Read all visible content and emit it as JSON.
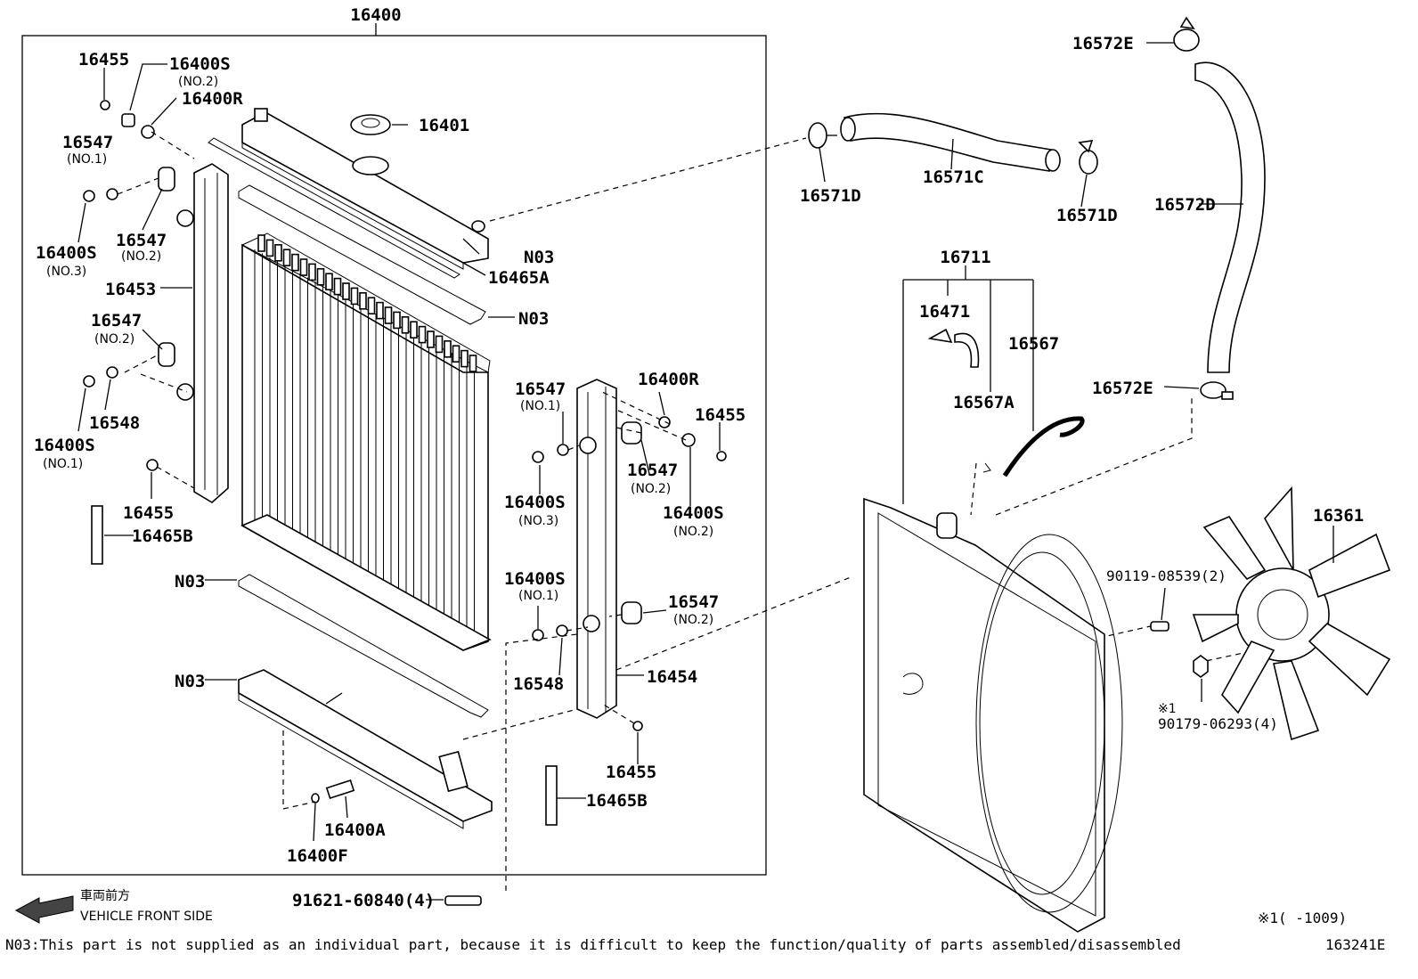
{
  "labels": {
    "l16400": "16400",
    "l16455a": "16455",
    "l16400s_top": "16400S",
    "l16400s_top_sub": "(NO.2)",
    "l16400r_top": "16400R",
    "l16547_a": "16547",
    "l16547_a_sub": "(NO.1)",
    "l16400s_mid": "16400S",
    "l16400s_mid_sub": "(NO.3)",
    "l16547_b": "16547",
    "l16547_b_sub": "(NO.2)",
    "l16453": "16453",
    "l16547_c": "16547",
    "l16547_c_sub": "(NO.2)",
    "l16548_a": "16548",
    "l16400s_low": "16400S",
    "l16400s_low_sub": "(NO.1)",
    "l16455_b": "16455",
    "l16465b_a": "16465B",
    "l16401": "16401",
    "ln03_a": "N03",
    "l16465a": "16465A",
    "ln03_b": "N03",
    "ln03_c": "N03",
    "ln03_d": "N03",
    "l16400a": "16400A",
    "l16400f": "16400F",
    "l16547_d": "16547",
    "l16547_d_sub": "(NO.1)",
    "l16400r_r": "16400R",
    "l16455_c": "16455",
    "l16547_e": "16547",
    "l16547_e_sub": "(NO.2)",
    "l16400s_r1": "16400S",
    "l16400s_r1_sub": "(NO.3)",
    "l16400s_r2": "16400S",
    "l16400s_r2_sub": "(NO.2)",
    "l16400s_r3": "16400S",
    "l16400s_r3_sub": "(NO.1)",
    "l16547_f": "16547",
    "l16547_f_sub": "(NO.2)",
    "l16548_b": "16548",
    "l16454": "16454",
    "l16455_d": "16455",
    "l16465b_b": "16465B",
    "l91621": "91621-60840(4)",
    "l16571d_a": "16571D",
    "l16571c": "16571C",
    "l16571d_b": "16571D",
    "l16572e_a": "16572E",
    "l16572d": "16572D",
    "l16572e_b": "16572E",
    "l16711": "16711",
    "l16471": "16471",
    "l16567": "16567",
    "l16567a": "16567A",
    "l16361": "16361",
    "l90119": "90119-08539(2)",
    "l90179_mark": "※1",
    "l90179": "90179-06293(4)"
  },
  "front": {
    "jp": "車両前方",
    "en": "VEHICLE FRONT SIDE"
  },
  "footer": {
    "note": "N03:This part is not supplied as an individual part, because it is difficult to keep the function/quality of parts assembled/disassembled",
    "range": "※1(    -1009)",
    "illustration_id": "163241E"
  }
}
